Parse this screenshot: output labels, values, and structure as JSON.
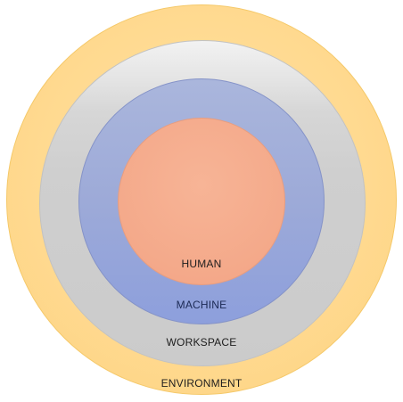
{
  "diagram": {
    "layers": [
      {
        "id": "environment",
        "label": "ENVIRONMENT",
        "color": "#ffd98f"
      },
      {
        "id": "workspace",
        "label": "WORKSPACE",
        "color": "#d6d6d6"
      },
      {
        "id": "machine",
        "label": "MACHINE",
        "color": "#9daad8"
      },
      {
        "id": "human",
        "label": "HUMAN",
        "color": "#f4a98a"
      }
    ]
  }
}
